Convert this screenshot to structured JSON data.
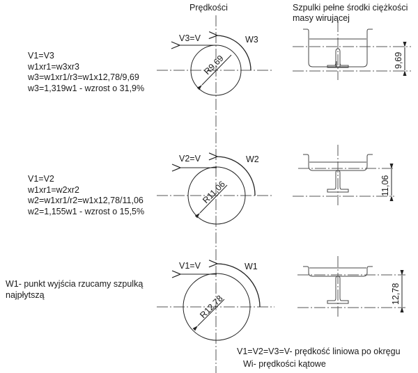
{
  "headers": {
    "velocities": "Prędkości",
    "spools_line1": "Szpulki pełne środki ciężkości",
    "spools_line2": "masy wirującej"
  },
  "cases": [
    {
      "id": "w3",
      "formulas": [
        "V1=V3",
        "w1xr1=w3xr3",
        "w3=w1xr1/r3=w1x12,78/9,69",
        "w3=1,319w1 - wzrost o 31,9%"
      ],
      "velocity_label": "V3=V",
      "angular_label": "W3",
      "radius_label": "R9,69",
      "dimension_label": "9,69"
    },
    {
      "id": "w2",
      "formulas": [
        "V1=V2",
        "w1xr1=w2xr2",
        "w2=w1xr1/r2=w1x12,78/11,06",
        "w2=1,155w1 - wzrost o 15,5%"
      ],
      "velocity_label": "V2=V",
      "angular_label": "W2",
      "radius_label": "R11,06",
      "dimension_label": "11,06"
    },
    {
      "id": "w1",
      "formulas": [
        "W1- punkt wyjścia rzucamy szpulką",
        "najpłytszą"
      ],
      "velocity_label": "V1=V",
      "angular_label": "W1",
      "radius_label": "R12,78",
      "dimension_label": "12,78"
    }
  ],
  "footer": {
    "line1": "V1=V2=V3=V- prędkość liniowa po okręgu",
    "line2": "Wi- prędkości kątowe"
  }
}
